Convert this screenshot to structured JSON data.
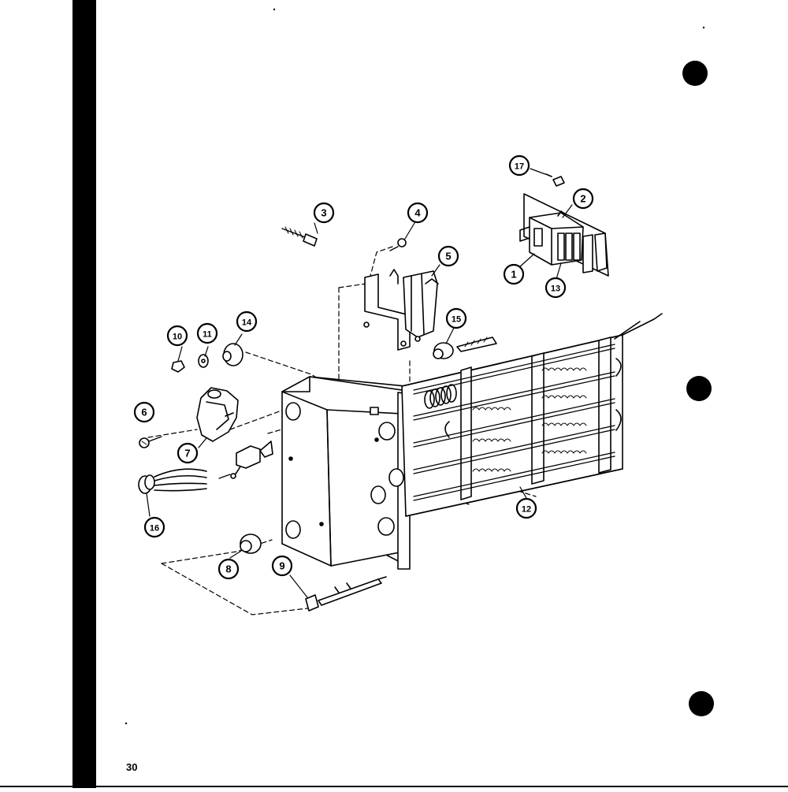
{
  "page_number": "30",
  "callouts": [
    "1",
    "2",
    "3",
    "4",
    "5",
    "6",
    "7",
    "8",
    "9",
    "10",
    "11",
    "12",
    "13",
    "14",
    "15",
    "16",
    "17"
  ],
  "colors": {
    "ink": "#000000",
    "paper": "#ffffff"
  }
}
